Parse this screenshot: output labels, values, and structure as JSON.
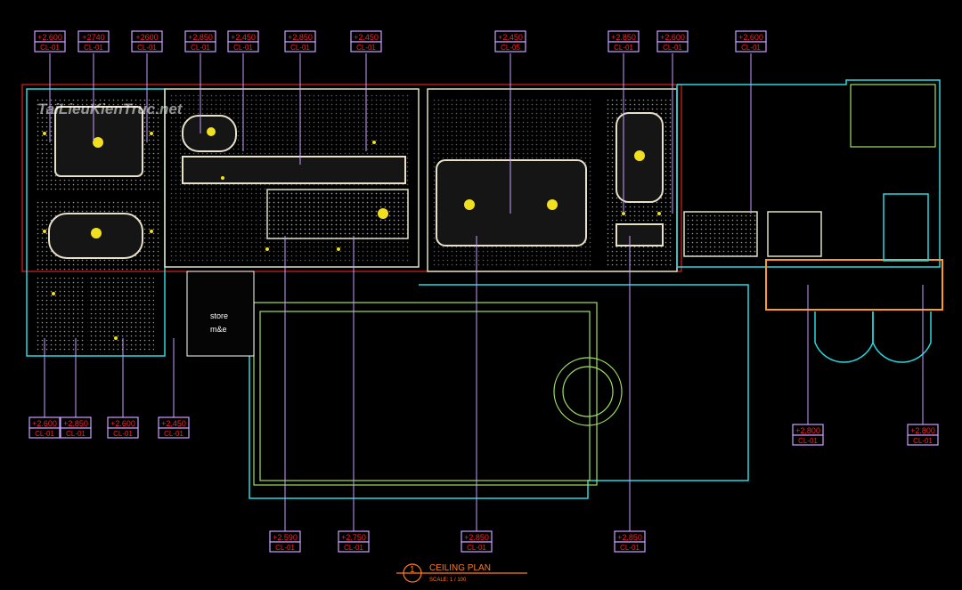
{
  "watermark": "TaiLieuKienTruc.net",
  "drawing": {
    "title": "CEILING PLAN",
    "number": "1",
    "scale": "SCALE: 1 / 100"
  },
  "room_labels": {
    "store": "store",
    "me": "m&e"
  },
  "top_tags": [
    {
      "level": "+2.600",
      "code": "CL-01"
    },
    {
      "level": "+2740",
      "code": "CL-01"
    },
    {
      "level": "+2600",
      "code": "CL-01"
    },
    {
      "level": "+2.850",
      "code": "CL-01"
    },
    {
      "level": "+2.450",
      "code": "CL-01"
    },
    {
      "level": "+2.850",
      "code": "CL-01"
    },
    {
      "level": "+2.450",
      "code": "CL-01"
    },
    {
      "level": "+2.450",
      "code": "CL-05"
    },
    {
      "level": "+2.850",
      "code": "CL-01"
    },
    {
      "level": "+2.600",
      "code": "CL-01"
    },
    {
      "level": "+2.600",
      "code": "CL-01"
    }
  ],
  "left_bottom_tags": [
    {
      "level": "+2.600",
      "code": "CL-01"
    },
    {
      "level": "+2.850",
      "code": "CL-01"
    },
    {
      "level": "+2.600",
      "code": "CL-01"
    },
    {
      "level": "+2.450",
      "code": "CL-01"
    }
  ],
  "right_tags": [
    {
      "level": "+2.800",
      "code": "CL-01"
    },
    {
      "level": "+2.800",
      "code": "CL-01"
    }
  ],
  "bottom_tags": [
    {
      "level": "+2.590",
      "code": "CL-01"
    },
    {
      "level": "+2.750",
      "code": "CL-01"
    },
    {
      "level": "+2.850",
      "code": "CL-01"
    },
    {
      "level": "+2.850",
      "code": "CL-01"
    }
  ],
  "colors": {
    "background": "#000000",
    "tag_text": "#ff2020",
    "tag_border": "#c9a0ff",
    "wall": "#e0e0c0",
    "cyan": "#2ad8e0",
    "light": "#f0e020",
    "title": "#ff7a20"
  }
}
